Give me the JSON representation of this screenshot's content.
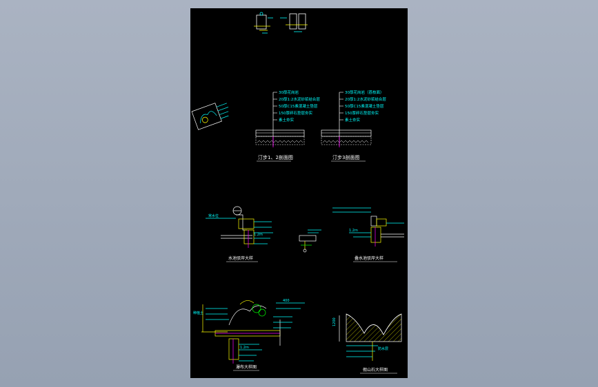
{
  "drawing": {
    "labels": {
      "section_1_2_title": "汀步1、2剖面图",
      "section_3_title": "汀步3剖面图",
      "layers_left": [
        "30厚花岗岩",
        "20厚1:2水泥砂浆结合层",
        "50厚C15素混凝土垫层",
        "150厚碎石垫层夯实",
        "素土夯实"
      ],
      "layers_right": [
        "30厚花岗岩（荔枝面）",
        "20厚1:2水泥砂浆结合层",
        "50厚C15素混凝土垫层",
        "150厚碎石垫层夯实",
        "素土夯实"
      ],
      "detail_mid_left_title": "水池驳岸大样",
      "detail_mid_right_title": "叠水池驳岸大样",
      "detail_bottom_left_title": "瀑布大样图",
      "detail_bottom_right_title": "假山石大样图",
      "dim_1200": "1200",
      "dim_400": "400",
      "dim_1_2m": "1.2m",
      "water_level": "常水位",
      "misc_left": "种植土",
      "misc_right": "防水层"
    },
    "colors": {
      "background": "#000000",
      "cyan": "#00ffff",
      "yellow": "#ffff00",
      "white": "#ffffff",
      "magenta": "#ff00ff",
      "green": "#00ff00",
      "red": "#ff3030"
    }
  }
}
